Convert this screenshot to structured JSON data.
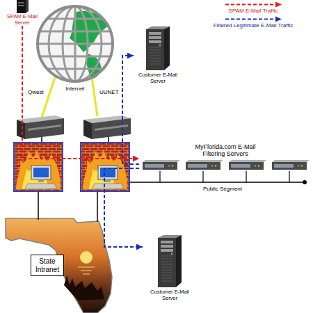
{
  "diagram": {
    "nodes": [
      {
        "text": [
          "SPAM E-Mail Server"
        ]
      },
      {
        "text": [
          "Internet"
        ]
      },
      {
        "text": [
          "Customer E-Mail Server"
        ]
      },
      {
        "text": [
          "MyFlorida.com E-Mail Filtering Servers"
        ]
      },
      {
        "text": [
          "State Intranet"
        ]
      },
      {
        "text": [
          "Customer E-Mail Server"
        ]
      }
    ],
    "edges": [
      {
        "from": 0,
        "to": 3,
        "arrow": "to"
      },
      {
        "from": 3,
        "to": 2,
        "arrow": "to"
      },
      {
        "from": 3,
        "to": 5,
        "arrow": "to"
      }
    ],
    "labels": [
      "Qwest",
      "UUNET",
      "Public Segment"
    ],
    "legend": [
      {
        "text": "SPAM E-Mail Traffic"
      },
      {
        "text": "Filtered Legitimate E-Mail Traffic"
      }
    ]
  }
}
